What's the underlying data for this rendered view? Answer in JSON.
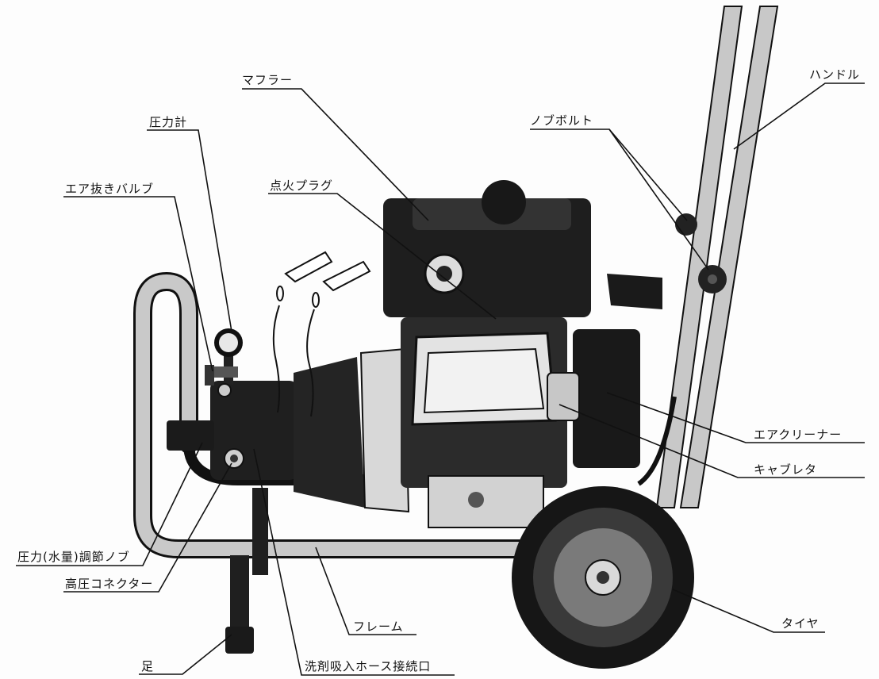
{
  "diagram": {
    "colors": {
      "ink": "#111111",
      "metal": "#bdbdbd",
      "dark": "#2a2a2a",
      "rubber": "#1c1c1c",
      "paper": "#fdfdfd"
    },
    "labels": {
      "muffler": "マフラー",
      "handle": "ハンドル",
      "knob_bolt": "ノブボルト",
      "pressure_gauge": "圧力計",
      "spark_plug": "点火プラグ",
      "air_bleed_valve": "エア抜きバルブ",
      "air_cleaner": "エアクリーナー",
      "carburetor": "キャブレタ",
      "pressure_adjust_knob": "圧力(水量)調節ノブ",
      "high_pressure_connector": "高圧コネクター",
      "frame": "フレーム",
      "tire": "タイヤ",
      "foot": "足",
      "detergent_inlet": "洗剤吸入ホース接続口"
    }
  }
}
